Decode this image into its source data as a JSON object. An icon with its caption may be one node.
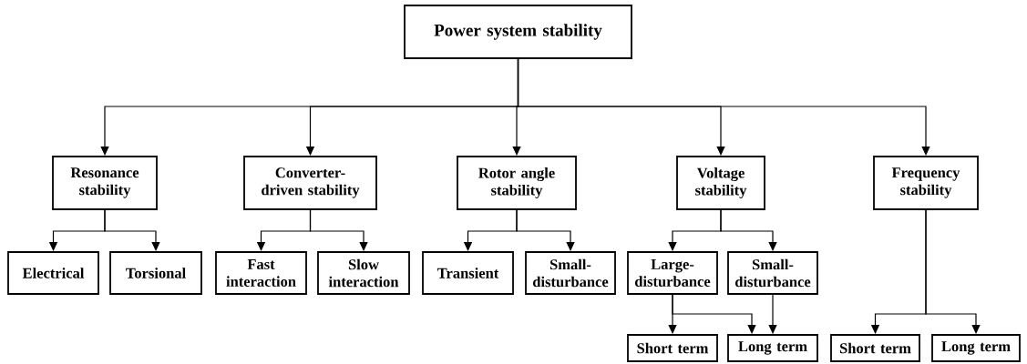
{
  "diagram": {
    "nodes": [
      {
        "text": [
          "Power system stability"
        ]
      },
      {
        "text": [
          "Resonance stability"
        ]
      },
      {
        "text": [
          "Converter-driven stability"
        ]
      },
      {
        "text": [
          "Rotor angle stability"
        ]
      },
      {
        "text": [
          "Voltage stability"
        ]
      },
      {
        "text": [
          "Frequency stability"
        ]
      },
      {
        "text": [
          "Electrical"
        ]
      },
      {
        "text": [
          "Torsional"
        ]
      },
      {
        "text": [
          "Fast interaction"
        ]
      },
      {
        "text": [
          "Slow interaction"
        ]
      },
      {
        "text": [
          "Transient"
        ]
      },
      {
        "text": [
          "Small-disturbance"
        ]
      },
      {
        "text": [
          "Large-disturbance"
        ]
      },
      {
        "text": [
          "Small-disturbance"
        ]
      },
      {
        "text": [
          "Short term"
        ]
      },
      {
        "text": [
          "Long term"
        ]
      },
      {
        "text": [
          "Short term"
        ]
      },
      {
        "text": [
          "Long term"
        ]
      }
    ],
    "edges": [
      {
        "from": 0,
        "to": 1,
        "arrow": "to"
      },
      {
        "from": 0,
        "to": 2,
        "arrow": "to"
      },
      {
        "from": 0,
        "to": 3,
        "arrow": "to"
      },
      {
        "from": 0,
        "to": 4,
        "arrow": "to"
      },
      {
        "from": 0,
        "to": 5,
        "arrow": "to"
      },
      {
        "from": 1,
        "to": 6,
        "arrow": "to"
      },
      {
        "from": 1,
        "to": 7,
        "arrow": "to"
      },
      {
        "from": 2,
        "to": 8,
        "arrow": "to"
      },
      {
        "from": 2,
        "to": 9,
        "arrow": "to"
      },
      {
        "from": 3,
        "to": 10,
        "arrow": "to"
      },
      {
        "from": 3,
        "to": 11,
        "arrow": "to"
      },
      {
        "from": 4,
        "to": 12,
        "arrow": "to"
      },
      {
        "from": 4,
        "to": 13,
        "arrow": "to"
      },
      {
        "from": 12,
        "to": 14,
        "arrow": "to"
      },
      {
        "from": 12,
        "to": 15,
        "arrow": "to"
      },
      {
        "from": 13,
        "to": 15,
        "arrow": "to"
      },
      {
        "from": 5,
        "to": 16,
        "arrow": "to"
      },
      {
        "from": 5,
        "to": 17,
        "arrow": "to"
      }
    ]
  }
}
